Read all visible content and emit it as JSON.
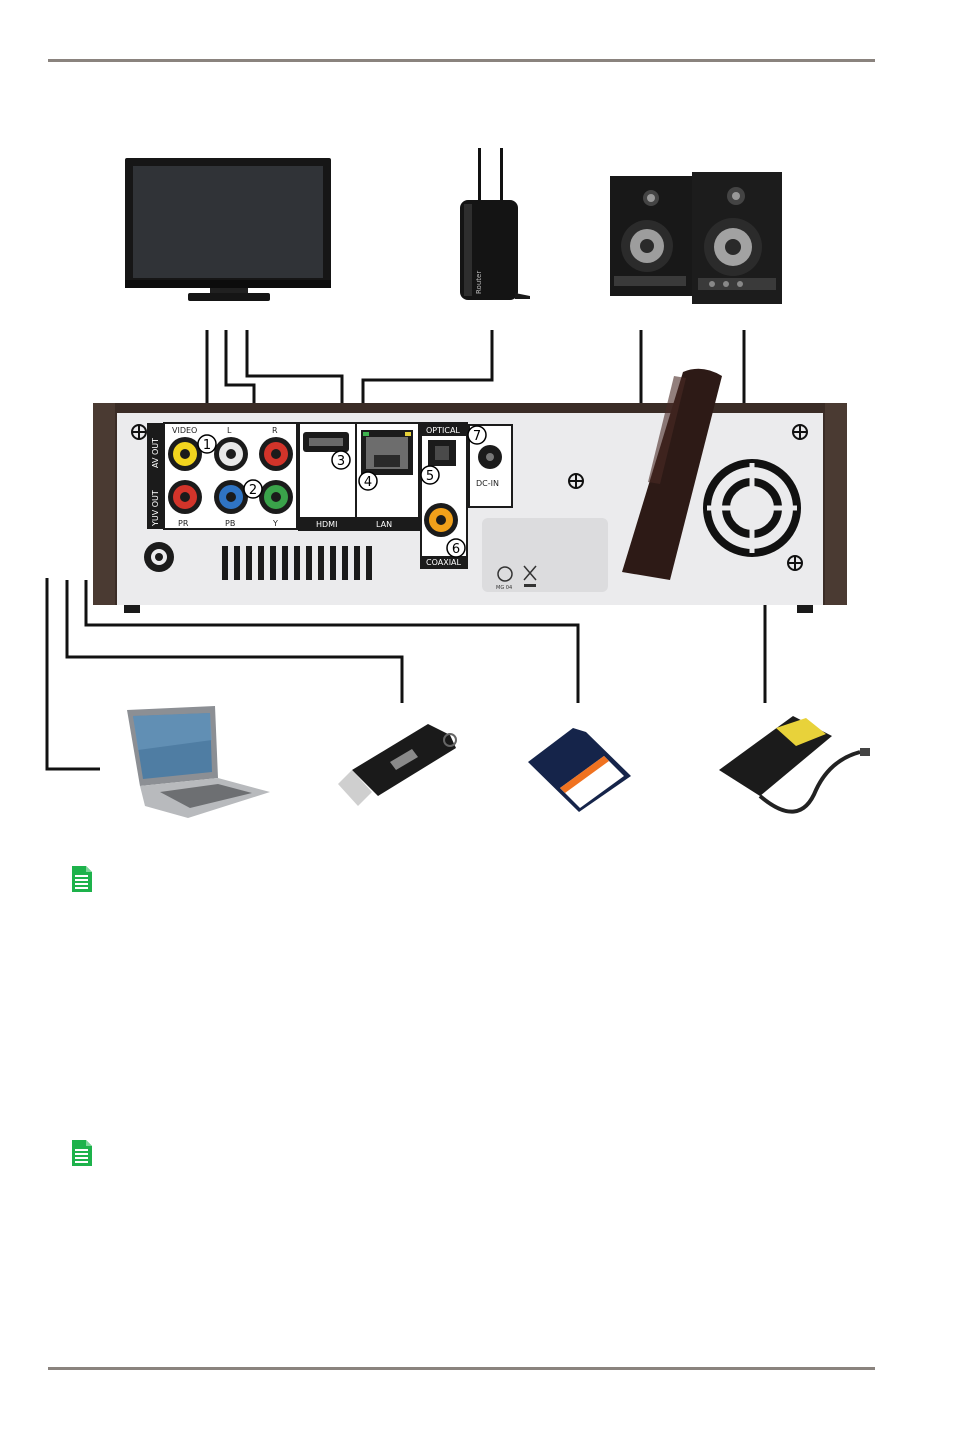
{
  "panel": {
    "groups": {
      "av_out": "AV OUT",
      "yuv_out": "YUV OUT",
      "hdmi": "HDMI",
      "lan": "LAN",
      "optical": "OPTICAL",
      "coaxial": "COAXIAL",
      "dc_in": "DC-IN"
    },
    "jacks": {
      "video": "VIDEO",
      "left": "L",
      "right": "R",
      "pr": "PR",
      "pb": "PB",
      "y": "Y"
    },
    "callouts": [
      "1",
      "2",
      "3",
      "4",
      "5",
      "6",
      "7"
    ],
    "label_plate": {
      "mark": "MG 04"
    }
  },
  "devices": {
    "router_label": "Router"
  },
  "colors": {
    "panel_border": "#3a2c26",
    "panel_face": "#ebebed",
    "note_green": "#1db24b",
    "rule": "#8a837e"
  },
  "notes": [
    {
      "icon": "note-icon"
    },
    {
      "icon": "note-icon"
    }
  ]
}
